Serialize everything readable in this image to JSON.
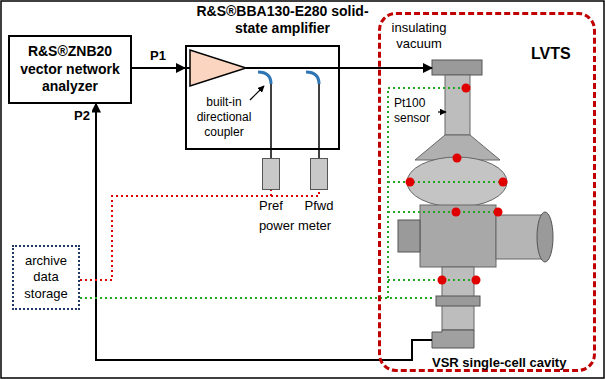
{
  "diagram": {
    "nodes": [
      {
        "text": [
          "R&S®ZNB20 vector network analyzer"
        ]
      },
      {
        "text": [
          "R&S®BBA130-E280 solid-state amplifier"
        ]
      },
      {
        "text": [
          "Pref"
        ]
      },
      {
        "text": [
          "Pfwd"
        ]
      },
      {
        "text": [
          "LVTS"
        ]
      },
      {
        "text": [
          "VSR single-cell cavity"
        ],
        "in": 4
      },
      {
        "text": [
          "archive data storage"
        ]
      }
    ],
    "edges": [
      {
        "from": 0,
        "to": 1,
        "arrow": "to",
        "label": "P1"
      },
      {
        "from": 1,
        "to": 5,
        "arrow": "to"
      },
      {
        "from": 5,
        "to": 0,
        "arrow": "to",
        "label": "P2"
      },
      {
        "from": 6,
        "to": 2,
        "arrow": "none"
      },
      {
        "from": 6,
        "to": 3,
        "arrow": "none"
      },
      {
        "from": 6,
        "to": 5,
        "arrow": "none"
      }
    ],
    "labels": [
      "built-in directional coupler",
      "power meter",
      "insulating vacuum",
      "Pt100 sensor"
    ]
  }
}
